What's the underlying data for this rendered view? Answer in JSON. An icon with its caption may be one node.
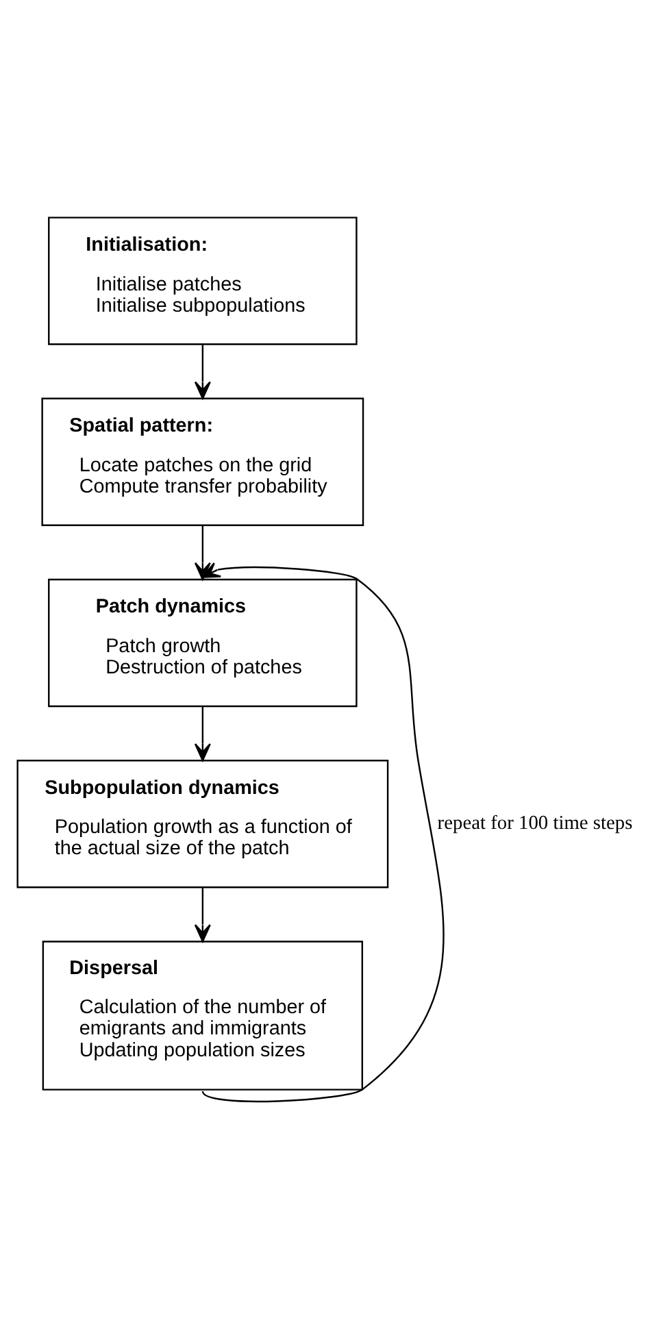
{
  "diagram": {
    "nodes": [
      {
        "text": [
          "Initialisation:",
          "Initialise patches",
          "Initialise subpopulations"
        ]
      },
      {
        "text": [
          "Spatial pattern:",
          "Locate patches on the grid",
          "Compute transfer probability"
        ]
      },
      {
        "text": [
          "Patch dynamics",
          "Patch growth",
          "Destruction of patches"
        ]
      },
      {
        "text": [
          "Subpopulation dynamics",
          "Population growth as a function of the actual size of the patch"
        ]
      },
      {
        "text": [
          "Dispersal",
          "Calculation of the number of emigrants and immigrants",
          "Updating population sizes"
        ]
      }
    ],
    "edges": [
      {
        "from": 0,
        "to": 1,
        "arrow": "to"
      },
      {
        "from": 1,
        "to": 2,
        "arrow": "to"
      },
      {
        "from": 2,
        "to": 3,
        "arrow": "to"
      },
      {
        "from": 3,
        "to": 4,
        "arrow": "to"
      },
      {
        "from": 4,
        "to": 2,
        "arrow": "to",
        "label": "repeat for 100 time steps"
      }
    ]
  }
}
